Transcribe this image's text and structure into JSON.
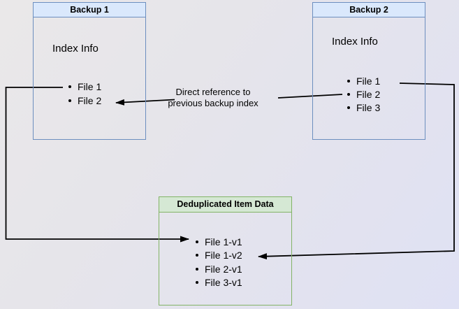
{
  "diagram": {
    "backup1": {
      "title": "Backup 1",
      "section_title": "Index Info",
      "items": [
        "File 1",
        "File 2"
      ]
    },
    "backup2": {
      "title": "Backup 2",
      "section_title": "Index Info",
      "items": [
        "File 1",
        "File 2",
        "File 3"
      ]
    },
    "dedup_store": {
      "title": "Deduplicated Item Data",
      "items": [
        "File 1-v1",
        "File 1-v2",
        "File 2-v1",
        "File 3-v1"
      ]
    },
    "edge_label": {
      "line1": "Direct reference to",
      "line2": "previous backup index"
    },
    "colors": {
      "blue_header_fill": "#dae8fc",
      "blue_border": "#6c8ebf",
      "green_header_fill": "#d5e8d4",
      "green_border": "#82b366",
      "arrow": "#000000",
      "background_start": "#eae8e9",
      "background_end": "#dfe1f4"
    }
  }
}
